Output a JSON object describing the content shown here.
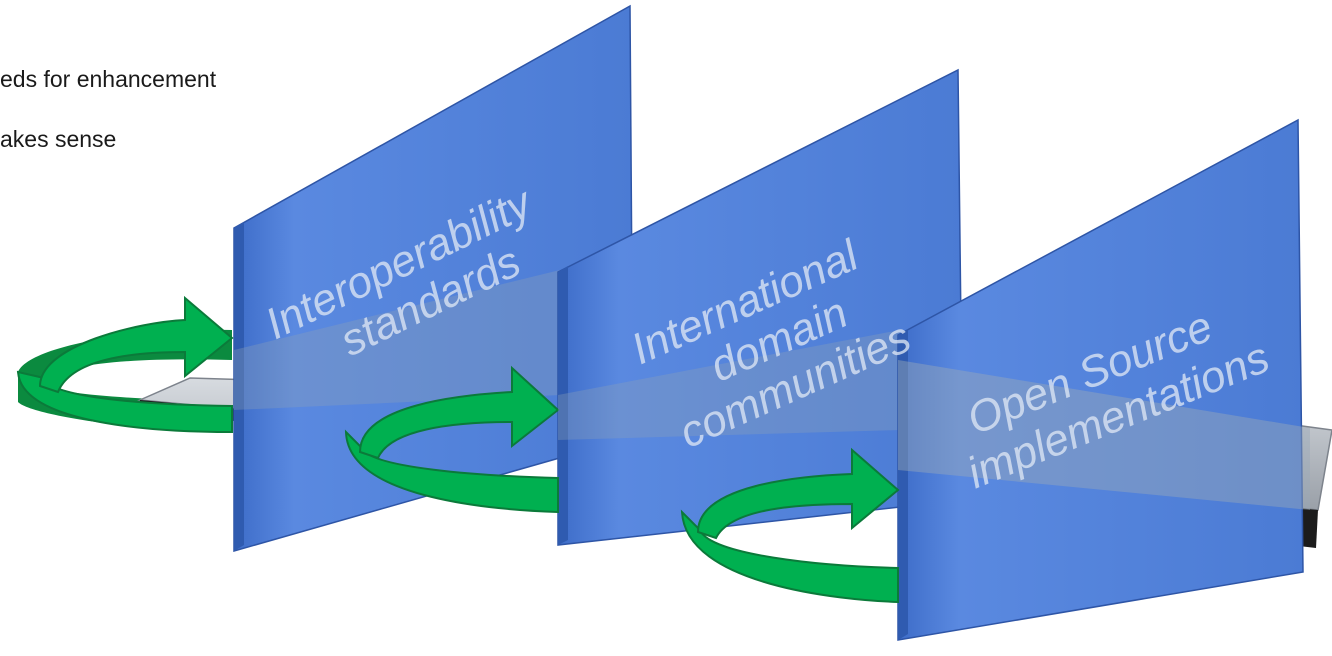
{
  "text_lines": [
    "eds for enhancement",
    "akes sense"
  ],
  "panels": [
    {
      "lines": [
        "Interoperability",
        "standards"
      ]
    },
    {
      "lines": [
        "International",
        "domain",
        "communities"
      ]
    },
    {
      "lines": [
        "Open Source",
        "implementations"
      ]
    }
  ],
  "icons": [
    "curved-arrow-icon",
    "curved-arrow-icon",
    "curved-arrow-icon"
  ],
  "colors": {
    "panel": "#4f7fd6",
    "panel_edge": "#3a62b4",
    "arrow": "#00b050",
    "arrow_dark": "#0b7a3a",
    "platform": "#b9bec6",
    "shadow": "#1c1c1c"
  }
}
